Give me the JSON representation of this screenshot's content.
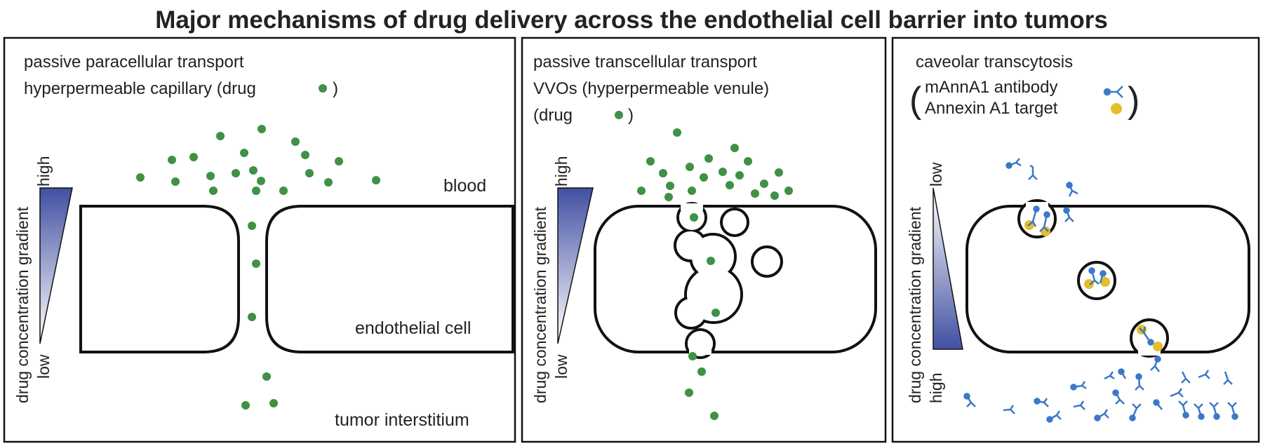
{
  "title": "Major mechanisms of drug delivery across the endothelial cell barrier into tumors",
  "colors": {
    "drug": "#3f9145",
    "antibody": "#3b78c9",
    "target": "#e6bd2c",
    "gradient_dark": "#4150a2",
    "gradient_light": "#ffffff"
  },
  "panel1": {
    "caption_line1": "passive paracellular transport",
    "caption_line2": "hyperpermeable capillary (drug",
    "caption_close": ")",
    "gradient_label": "drug concentration gradient",
    "high_label": "high",
    "low_label": "low",
    "blood_label": "blood",
    "cell_label": "endothelial cell",
    "tumor_label": "tumor interstitium"
  },
  "panel2": {
    "caption_line1": "passive transcellular transport",
    "caption_line2": "VVOs (hyperpermeable venule)",
    "caption_line3": "(drug",
    "caption_close": ")",
    "gradient_label": "drug concentration gradient",
    "high_label": "high",
    "low_label": "low"
  },
  "panel3": {
    "caption_line1": "caveolar transcytosis",
    "legend_open_paren": "(",
    "legend_close_paren": ")",
    "antibody_label": "mAnnA1 antibody",
    "target_label": "Annexin A1 target",
    "gradient_label": "drug concentration gradient",
    "low_label": "low",
    "high_label": "high",
    "antibody_icon": "y-shaped-antibody-icon",
    "target_icon": "yellow-dot-icon"
  }
}
